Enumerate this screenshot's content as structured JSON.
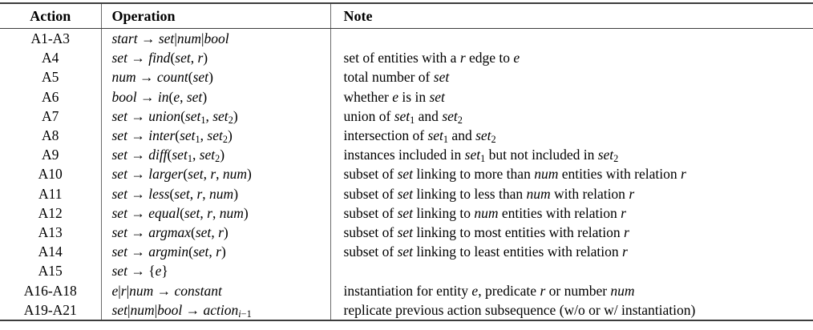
{
  "table": {
    "columns": [
      {
        "label": "Action"
      },
      {
        "label": "Operation"
      },
      {
        "label": "Note"
      }
    ],
    "rows": [
      {
        "action": "A1-A3",
        "operation": "$start → set|num|bool$",
        "note": ""
      },
      {
        "action": "A4",
        "operation": "$set → find(set, r)$",
        "note": "set of entities with a $r$ edge to $e$"
      },
      {
        "action": "A5",
        "operation": "$num → count(set)$",
        "note": "total number of $set$"
      },
      {
        "action": "A6",
        "operation": "$bool → in(e, set)$",
        "note": "whether $e$ is in $set$"
      },
      {
        "action": "A7",
        "operation": "$set → union(set_1, set_2)$",
        "note": "union of $set_1$ and $set_2$"
      },
      {
        "action": "A8",
        "operation": "$set → inter(set_1, set_2)$",
        "note": "intersection of $set_1$ and $set_2$"
      },
      {
        "action": "A9",
        "operation": "$set → diff(set_1, set_2)$",
        "note": "instances included in $set_1$ but not included in $set_2$"
      },
      {
        "action": "A10",
        "operation": "$set → larger(set, r, num)$",
        "note": "subset of $set$ linking to more than $num$ entities with relation $r$"
      },
      {
        "action": "A11",
        "operation": "$set → less(set, r, num)$",
        "note": "subset of $set$ linking to less than $num$ with relation $r$"
      },
      {
        "action": "A12",
        "operation": "$set → equal(set, r, num)$",
        "note": "subset of $set$ linking to $num$ entities with relation $r$"
      },
      {
        "action": "A13",
        "operation": "$set → argmax(set, r)$",
        "note": "subset of $set$ linking to most entities with relation $r$"
      },
      {
        "action": "A14",
        "operation": "$set → argmin(set, r)$",
        "note": "subset of $set$ linking to least entities with relation $r$"
      },
      {
        "action": "A15",
        "operation": "$set → {e}$",
        "note": ""
      },
      {
        "action": "A16-A18",
        "operation": "$e|r|num → constant$",
        "note": "instantiation for entity $e$, predicate $r$ or number $num$"
      },
      {
        "action": "A19-A21",
        "operation": "$set|num|bool → action_{i−1}$",
        "note": "replicate previous action subsequence (w/o or w/ instantiation)"
      }
    ]
  }
}
